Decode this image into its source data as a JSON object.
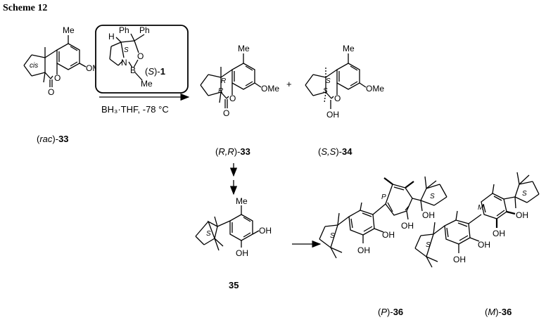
{
  "scheme_title": "Scheme 12",
  "catalyst": {
    "atoms": {
      "H": "H",
      "Ph1": "Ph",
      "Ph2": "Ph",
      "N": "N",
      "O": "O",
      "B": "B",
      "Me": "Me",
      "S": "S"
    },
    "label_prefix": "(",
    "label_s": "S",
    "label_mid": ")-",
    "label_num": "1"
  },
  "reagent": "BH₃·THF, -78 °C",
  "plus": "+",
  "compounds": {
    "rac33": {
      "pre": "(",
      "it": "rac",
      "post": ")-",
      "num": "33",
      "atoms": {
        "Me": "Me",
        "OMe": "OMe",
        "O1": "O",
        "O2": "O"
      },
      "cis": "cis"
    },
    "rr33": {
      "pre": "(",
      "it": "R,R",
      "post": ")-",
      "num": "33",
      "atoms": {
        "Me": "Me",
        "OMe": "OMe",
        "O1": "O",
        "O2": "O"
      },
      "st1": "R",
      "st2": "R"
    },
    "ss34": {
      "pre": "(",
      "it": "S,S",
      "post": ")-",
      "num": "34",
      "atoms": {
        "Me": "Me",
        "OMe": "OMe",
        "O1": "O",
        "OH": "OH"
      },
      "st1": "S",
      "st2": "S"
    },
    "c35": {
      "num": "35",
      "atoms": {
        "Me": "Me",
        "OH1": "OH",
        "OH2": "OH"
      },
      "st": "S"
    },
    "p36": {
      "pre": "(",
      "it": "P",
      "post": ")-",
      "num": "36",
      "atoms": {
        "OH1": "OH",
        "OH2": "OH",
        "OH3": "OH",
        "OH4": "OH"
      },
      "axis": "P",
      "st1": "S",
      "st2": "S"
    },
    "m36": {
      "pre": "(",
      "it": "M",
      "post": ")-",
      "num": "36",
      "atoms": {
        "OH1": "OH",
        "OH2": "OH",
        "OH3": "OH",
        "OH4": "OH"
      },
      "axis": "M",
      "st1": "S",
      "st2": "S"
    }
  }
}
